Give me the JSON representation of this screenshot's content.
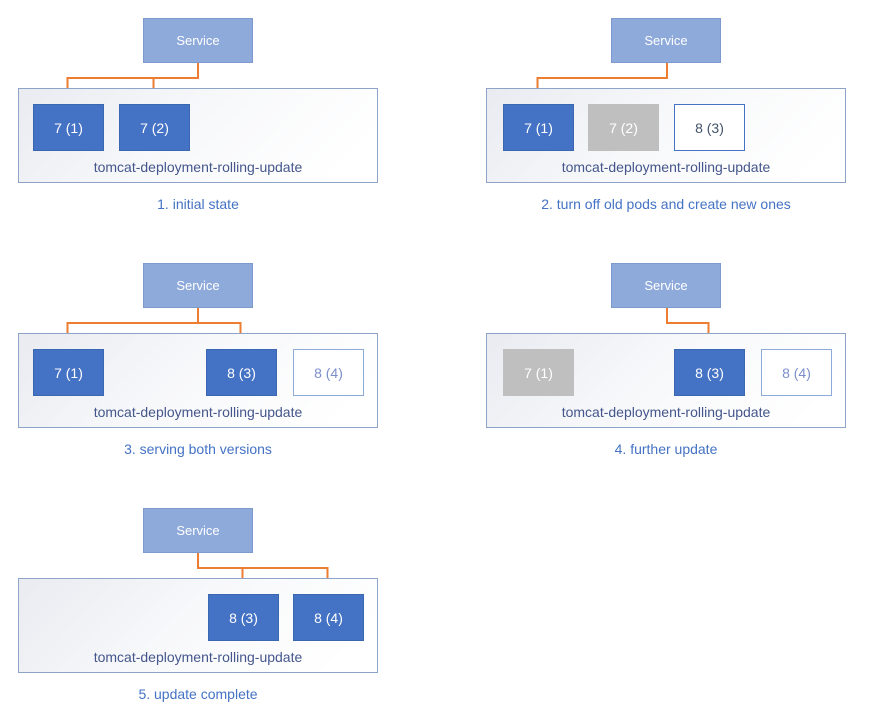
{
  "diagram": {
    "subject": "tomcat deployment rolling update",
    "service_label": "Service",
    "deployment_label": "tomcat-deployment-rolling-update"
  },
  "colors": {
    "service_fill": "#8EAADB",
    "service_border": "#7E99CE",
    "pod_blue": "#4472C4",
    "pod_blue_border": "#3B66B0",
    "pod_gray": "#BFBFBF",
    "outline_border_strong": "#4472C4",
    "outline_border_light": "#8EAADB",
    "outline_text_strong": "#44546A",
    "outline_text_light": "#7C8FCB",
    "container_border": "#8EA3C8",
    "container_label": "#44568C",
    "caption_color": "#4472C4",
    "arrow_color": "#ED7D31"
  },
  "panels": [
    {
      "service_label": "Service",
      "deployment_label": "tomcat-deployment-rolling-update",
      "caption": "1. initial state",
      "pods": [
        {
          "label": "7 (1)",
          "state": "running"
        },
        {
          "label": "7 (2)",
          "state": "running"
        }
      ]
    },
    {
      "service_label": "Service",
      "deployment_label": "tomcat-deployment-rolling-update",
      "caption": "2. turn off old pods and create new ones",
      "pods": [
        {
          "label": "7 (1)",
          "state": "running"
        },
        {
          "label": "7 (2)",
          "state": "terminating"
        },
        {
          "label": "8 (3)",
          "state": "starting"
        }
      ]
    },
    {
      "service_label": "Service",
      "deployment_label": "tomcat-deployment-rolling-update",
      "caption": "3. serving both versions",
      "pods": [
        {
          "label": "7 (1)",
          "state": "running"
        },
        {
          "label": "8 (3)",
          "state": "running"
        },
        {
          "label": "8 (4)",
          "state": "starting"
        }
      ]
    },
    {
      "service_label": "Service",
      "deployment_label": "tomcat-deployment-rolling-update",
      "caption": "4. further update",
      "pods": [
        {
          "label": "7 (1)",
          "state": "terminating"
        },
        {
          "label": "8 (3)",
          "state": "running"
        },
        {
          "label": "8 (4)",
          "state": "starting"
        }
      ]
    },
    {
      "service_label": "Service",
      "deployment_label": "tomcat-deployment-rolling-update",
      "caption": "5. update complete",
      "pods": [
        {
          "label": "8 (3)",
          "state": "running"
        },
        {
          "label": "8 (4)",
          "state": "running"
        }
      ]
    }
  ]
}
